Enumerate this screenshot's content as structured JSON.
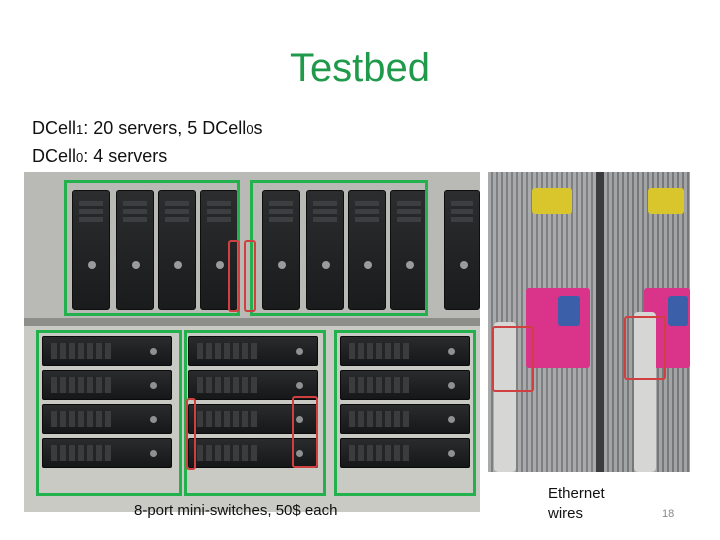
{
  "slide": {
    "title": "Testbed",
    "line1": {
      "main1": "DCell",
      "sub1": "1",
      "main2": ": 20 servers, 5 DCell",
      "sub2": "0",
      "main3": "s"
    },
    "line2": {
      "main1": "DCell",
      "sub1": "0",
      "main2": ": 4 servers"
    },
    "caption_switch": "8-port mini-switches, 50$ each",
    "caption_wires_line1": "Ethernet",
    "caption_wires_line2": "wires",
    "slide_number": "18"
  },
  "colors": {
    "title": "#1f9a4a",
    "highlight_green": "#22b14c",
    "highlight_red": "#d04040"
  }
}
